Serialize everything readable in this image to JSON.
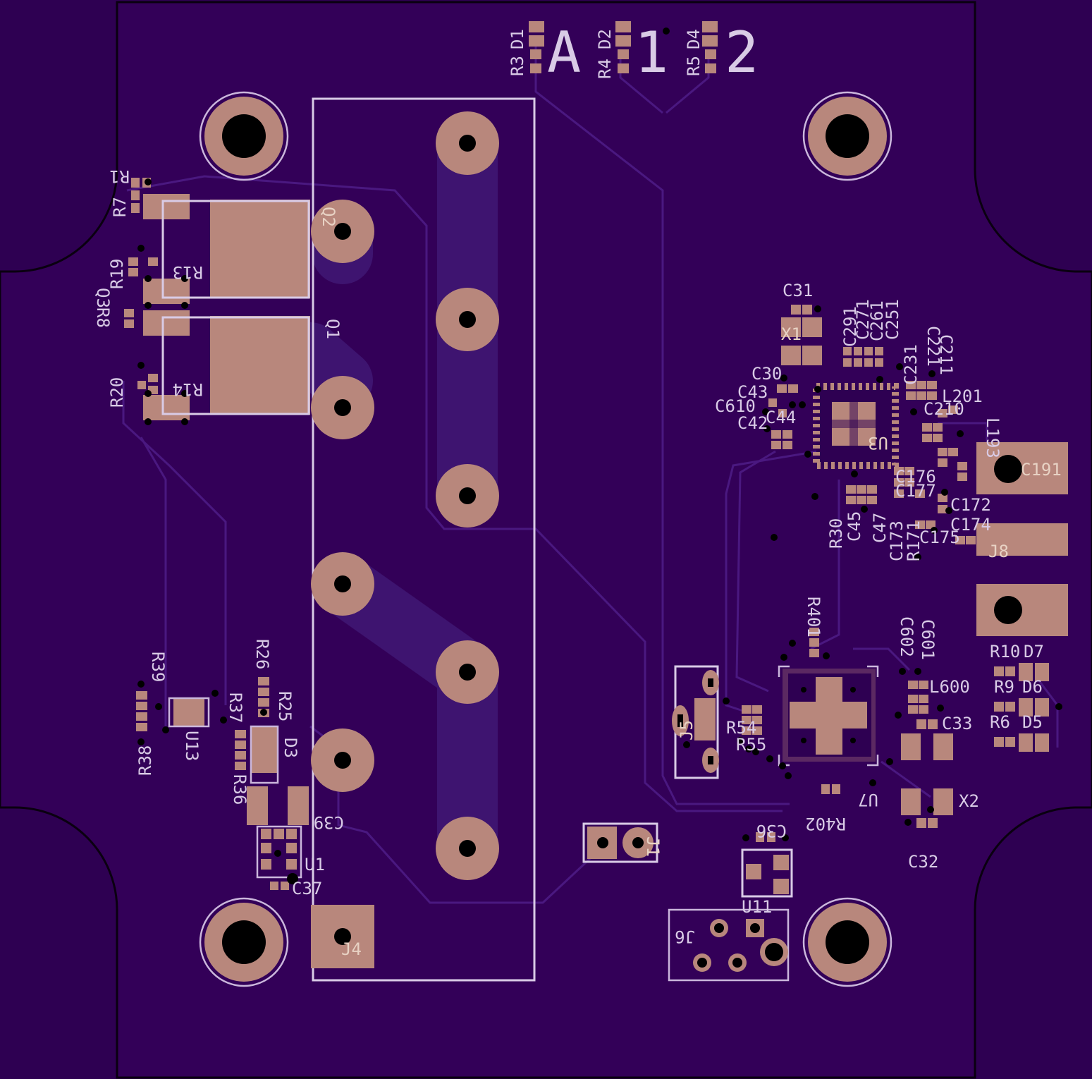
{
  "labels": {
    "r3": "R3",
    "d1": "D1",
    "big_a": "A",
    "r4": "R4",
    "d2": "D2",
    "big_1": "1",
    "r5": "R5",
    "d4": "D4",
    "big_2": "2",
    "r1": "R1",
    "r7": "R7",
    "q2": "Q2",
    "r13": "R13",
    "r19": "R19",
    "q3": "Q3",
    "r8": "R8",
    "q1": "Q1",
    "r14": "R14",
    "r20": "R20",
    "c31": "C31",
    "x1": "X1",
    "c291": "C291",
    "c271": "C271",
    "c261": "C261",
    "c251": "C251",
    "c231": "C231",
    "c221": "C221",
    "c211": "C211",
    "c30": "C30",
    "c43": "C43",
    "c610": "C610",
    "c44": "C44",
    "c42": "C42",
    "u3": "U3",
    "l201": "L201",
    "c210": "C210",
    "l193": "L193",
    "c191": "C191",
    "c176": "C176",
    "c177": "C177",
    "c172": "C172",
    "c174": "C174",
    "c175": "C175",
    "r30": "R30",
    "c45": "C45",
    "c47": "C47",
    "c173": "C173",
    "r171": "R171",
    "j8": "J8",
    "r401": "R401",
    "c602": "C602",
    "c601": "C601",
    "r10": "R10",
    "d7": "D7",
    "l600": "L600",
    "r9": "R9",
    "d6": "D6",
    "r54": "R54",
    "r55": "R55",
    "j5": "J5",
    "c33": "C33",
    "r6": "R6",
    "d5": "D5",
    "u7": "U7",
    "r402": "R402",
    "x2": "X2",
    "c36": "C36",
    "c32": "C32",
    "u11": "U11",
    "j6": "J6",
    "j1": "J1",
    "j4": "J4",
    "r39": "R39",
    "r38": "R38",
    "u13": "U13",
    "r26": "R26",
    "r37": "R37",
    "r25": "R25",
    "d3": "D3",
    "r36": "R36",
    "c39": "C39",
    "u1": "U1",
    "c37": "C37"
  },
  "colors": {
    "board": "#2e0052",
    "copper": "#b8877c",
    "silkscreen": "#d9cbe6",
    "trace": "#4a1880"
  }
}
